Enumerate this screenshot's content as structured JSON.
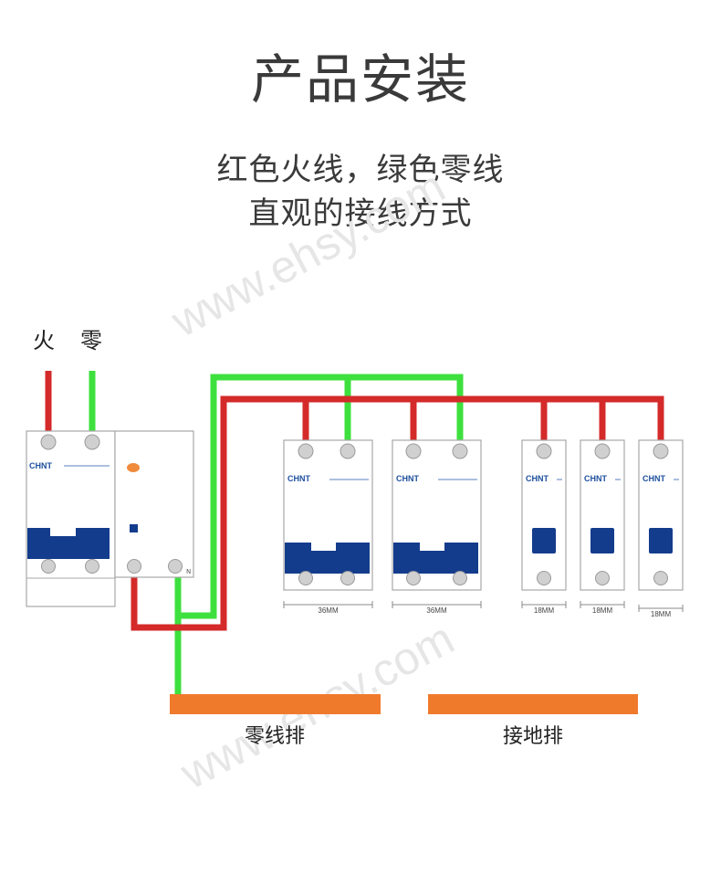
{
  "header": {
    "title": "产品安装",
    "subtitle_line1": "红色火线，绿色零线",
    "subtitle_line2": "直观的接线方式"
  },
  "diagram": {
    "input_labels": {
      "live": "火",
      "neutral": "零"
    },
    "brand": "CHNT",
    "n_marker": "N",
    "breakers": [
      {
        "width_label": "36MM"
      },
      {
        "width_label": "36MM"
      },
      {
        "width_label": "18MM"
      },
      {
        "width_label": "18MM"
      },
      {
        "width_label": "18MM"
      }
    ],
    "bars": {
      "neutral_bar": "零线排",
      "ground_bar": "接地排"
    },
    "watermark": "www.ehsy.com",
    "colors": {
      "live_wire": "#d42a2a",
      "neutral_wire": "#3ee03e",
      "breaker_blue": "#143c8c",
      "bar_orange": "#f07a2c",
      "indicator_orange": "#f08a3c"
    }
  }
}
